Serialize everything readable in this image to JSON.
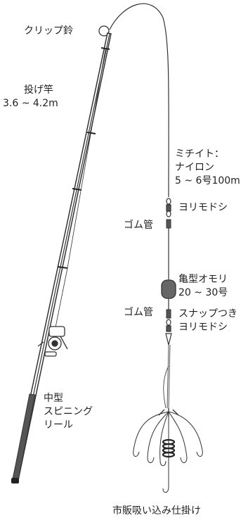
{
  "diagram": {
    "labels": {
      "clip_bell": "クリップ鈴",
      "rod_name": "投げ竿",
      "rod_length": "3.6 ~ 4.2m",
      "mainline_title": "ミチイト：",
      "mainline_material": "ナイロン",
      "mainline_spec": "5 ~ 6号100m",
      "swivel": "ヨリモドシ",
      "rubber_tube_1": "ゴム管",
      "sinker_name": "亀型オモリ",
      "sinker_weight": "20 ~ 30号",
      "rubber_tube_2": "ゴム管",
      "snap_swivel_1": "スナップつき",
      "snap_swivel_2": "ヨリモドシ",
      "reel_1": "中型",
      "reel_2": "スピニング",
      "reel_3": "リール",
      "rig": "市販吸い込み仕掛け"
    },
    "colors": {
      "line": "#333333",
      "rod": "#3a3a3a",
      "sinker": "#666666"
    }
  }
}
